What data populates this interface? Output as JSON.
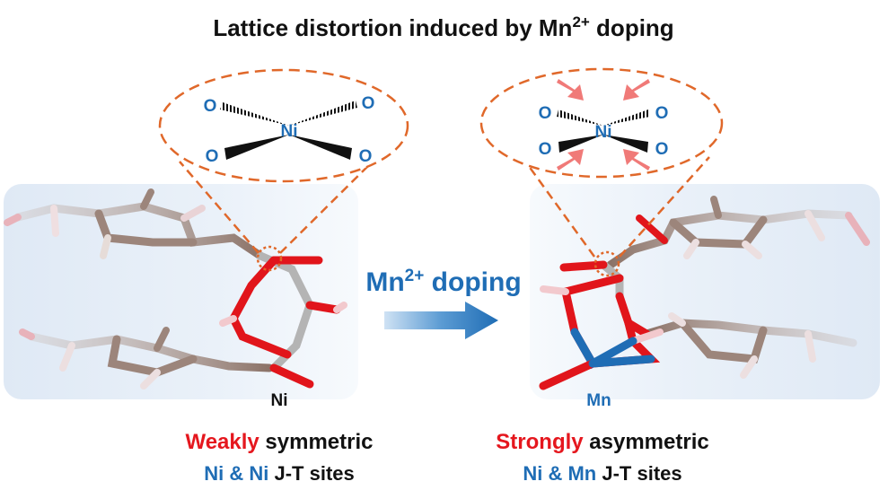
{
  "title": {
    "main": "Lattice distortion induced by Mn",
    "sup": "2+",
    "tail": " doping"
  },
  "left_octahedron": {
    "center": "Ni",
    "o_top_left": "O",
    "o_top_right": "O",
    "o_bottom_left": "O",
    "o_bottom_right": "O"
  },
  "right_octahedron": {
    "center": "Ni",
    "o_top_left": "O",
    "o_top_right": "O",
    "o_bottom_left": "O",
    "o_bottom_right": "O"
  },
  "arrow_label": {
    "main": "Mn",
    "sup": "2+",
    "tail": " doping"
  },
  "left_site_label": "Ni",
  "right_site_label": "Mn",
  "left_caption": {
    "line1_highlight": "Weakly",
    "line1_rest": " symmetric",
    "line2_a": "Ni",
    "line2_amp": " & ",
    "line2_b": "Ni",
    "line2_rest": " J-T sites"
  },
  "right_caption": {
    "line1_highlight": "Strongly",
    "line1_rest": " asymmetric",
    "line2_a": "Ni",
    "line2_amp": " & ",
    "line2_b": "Mn",
    "line2_rest": " J-T sites"
  },
  "colors": {
    "accent_blue": "#1f6db5",
    "accent_red": "#e5171e",
    "dashed_orange": "#e0682a",
    "background_panel": "#e3ecf6"
  }
}
